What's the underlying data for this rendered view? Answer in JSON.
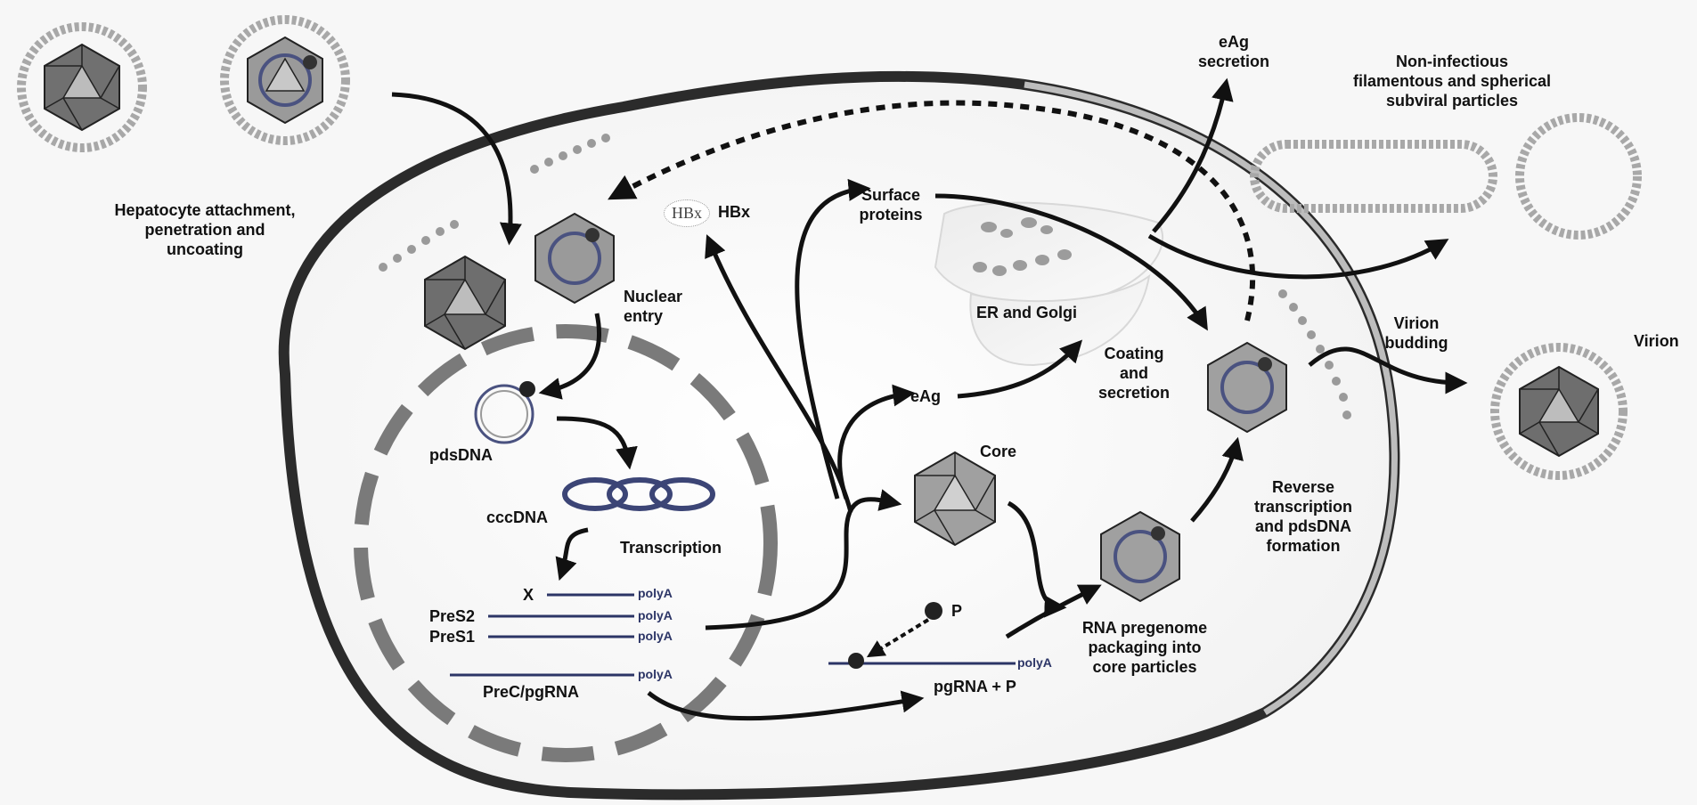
{
  "labels": {
    "attachment": "Hepatocyte attachment,\npenetration and\nuncoating",
    "nuclear_entry": "Nuclear\nentry",
    "pdsdna": "pdsDNA",
    "cccdna": "cccDNA",
    "transcription": "Transcription",
    "x": "X",
    "pres2": "PreS2",
    "pres1": "PreS1",
    "prec": "PreC/pgRNA",
    "polya": "polyA",
    "hbx_oval": "HBx",
    "hbx": "HBx",
    "surface": "Surface\nproteins",
    "eag": "eAg",
    "er_golgi": "ER and Golgi",
    "coating": "Coating\nand\nsecretion",
    "core": "Core",
    "p": "P",
    "pgrna_p": "pgRNA + P",
    "packaging": "RNA pregenome\npackaging into\ncore particles",
    "reverse": "Reverse\ntranscription\nand pdsDNA\nformation",
    "eag_secretion": "eAg\nsecretion",
    "noninfectious": "Non-infectious\nfilamentous and spherical\nsubviral particles",
    "budding": "Virion\nbudding",
    "virion": "Virion"
  }
}
